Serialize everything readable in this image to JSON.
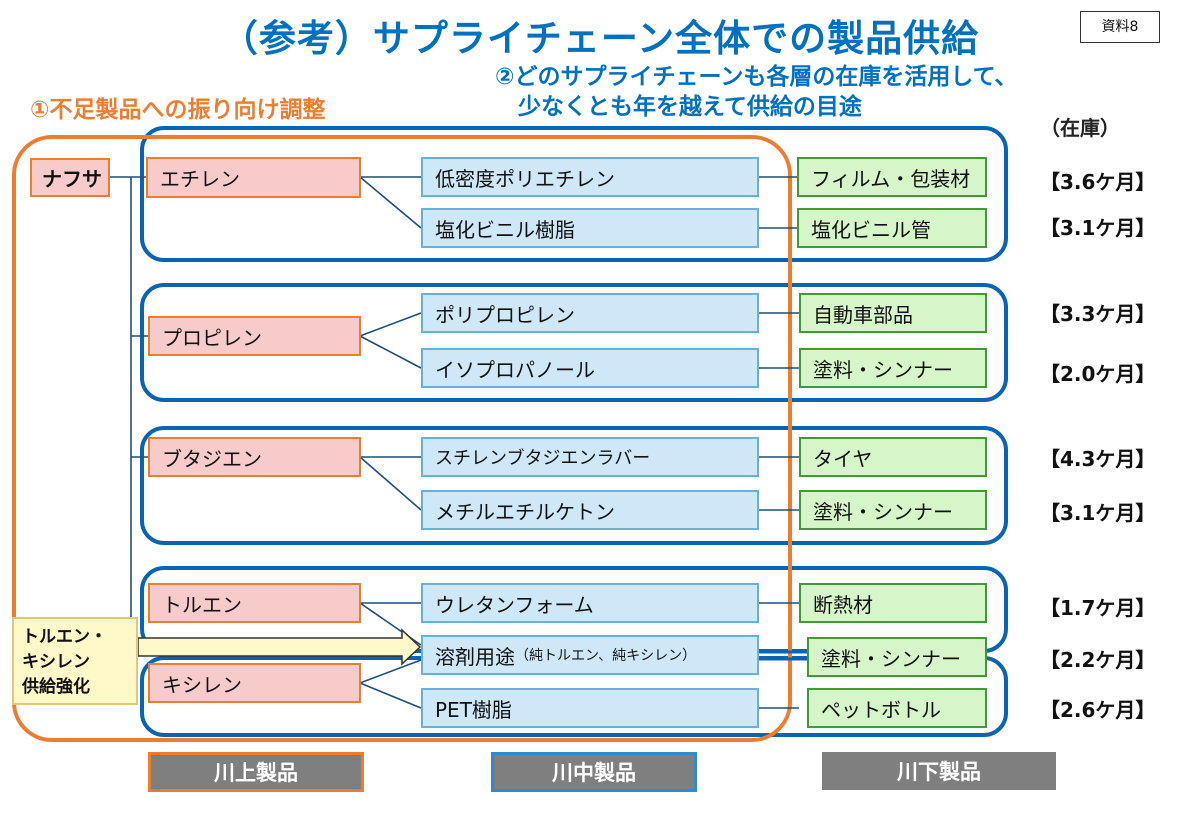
{
  "header": {
    "title": "（参考）サプライチェーン全体での製品供給",
    "doc_label": "資料8"
  },
  "notes": {
    "note1": "①不足製品への振り向け調整",
    "note2_line1": "②どのサプライチェーンも各層の在庫を活用して、",
    "note2_line2": "　少なくとも年を越えて供給の目途"
  },
  "stock_header": "（在庫）",
  "naphtha": "ナフサ",
  "upstream": [
    "エチレン",
    "プロピレン",
    "ブタジエン",
    "トルエン",
    "キシレン"
  ],
  "midstream": [
    "低密度ポリエチレン",
    "塩化ビニル樹脂",
    "ポリプロピレン",
    "イソプロパノール",
    "スチレンブタジエンラバー",
    "メチルエチルケトン",
    "ウレタンフォーム",
    "溶剤用途",
    "PET樹脂"
  ],
  "midstream_note": "（純トルエン、純キシレン）",
  "downstream": [
    "フィルム・包装材",
    "塩化ビニル管",
    "自動車部品",
    "塗料・シンナー",
    "タイヤ",
    "塗料・シンナー",
    "断熱材",
    "塗料・シンナー",
    "ペットボトル"
  ],
  "stocks": [
    "【3.6ケ月】",
    "【3.1ケ月】",
    "【3.3ケ月】",
    "【2.0ケ月】",
    "【4.3ケ月】",
    "【3.1ケ月】",
    "【1.7ケ月】",
    "【2.2ケ月】",
    "【2.6ケ月】"
  ],
  "strengthen_label": "トルエン・\nキシレン\n供給強化",
  "legend": {
    "upstream": "川上製品",
    "midstream": "川中製品",
    "downstream": "川下製品"
  },
  "colors": {
    "title_blue": "#0070c0",
    "orange": "#ed7d31",
    "frame_blue": "#0a64b4",
    "upstream_fill": "#f8cbcb",
    "midstream_fill": "#cfe8f8",
    "downstream_fill": "#d6f5c9",
    "legend_gray": "#7f7f7f"
  }
}
